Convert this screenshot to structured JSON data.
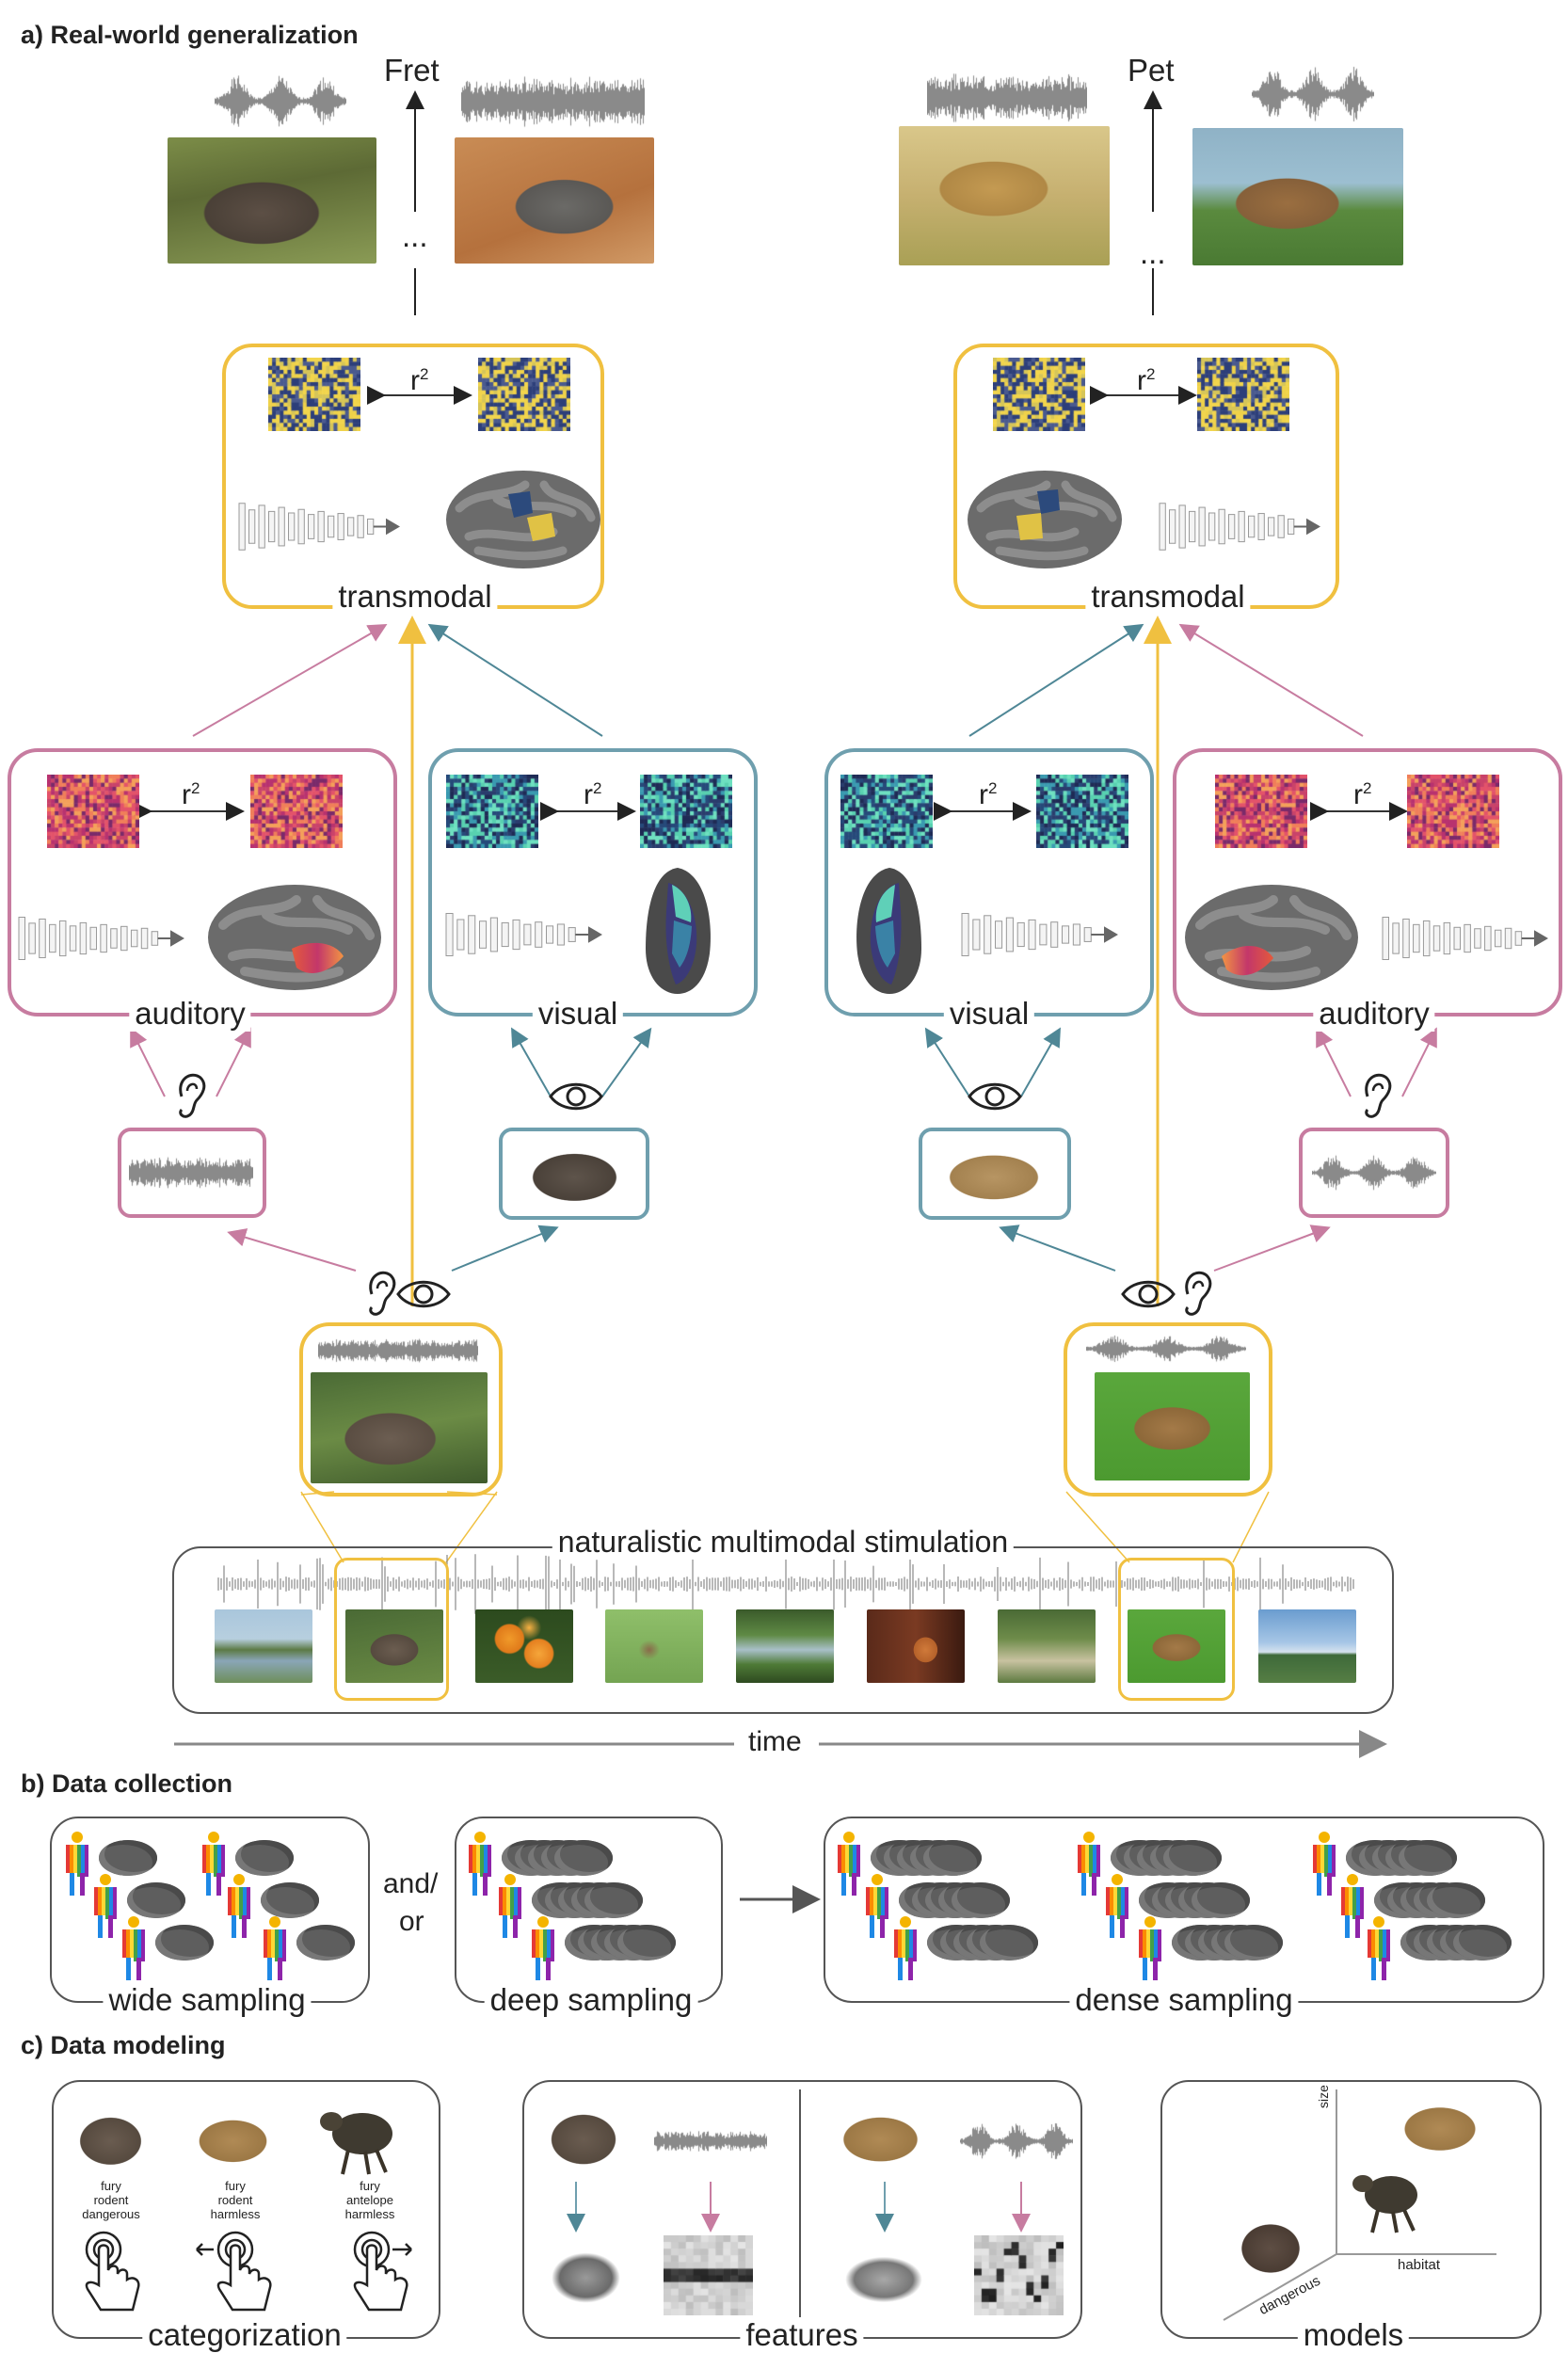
{
  "sections": {
    "a": "a) Real-world generalization",
    "b": "b) Data collection",
    "c": "c) Data modeling"
  },
  "panel_a": {
    "left_word": "Fret",
    "right_word": "Pet",
    "ellipsis": "...",
    "r2_base": "r",
    "r2_exp": "2",
    "transmodal": "transmodal",
    "auditory": "auditory",
    "visual": "visual",
    "stimulation": "naturalistic multimodal stimulation",
    "time": "time"
  },
  "panel_b": {
    "and_or_1": "and/",
    "and_or_2": "or",
    "wide": "wide sampling",
    "deep": "deep sampling",
    "dense": "dense sampling"
  },
  "panel_c": {
    "attr_wombat": [
      "fury",
      "rodent",
      "dangerous"
    ],
    "attr_capybara": [
      "fury",
      "rodent",
      "harmless"
    ],
    "attr_antelope": [
      "fury",
      "antelope",
      "harmless"
    ],
    "categorization": "categorization",
    "features": "features",
    "models": "models",
    "axis_size": "size",
    "axis_habitat": "habitat",
    "axis_dangerous": "dangerous"
  },
  "colors": {
    "transmodal": "#f0c040",
    "auditory": "#c77ca0",
    "visual": "#6f9fae",
    "neutral": "#555555"
  }
}
